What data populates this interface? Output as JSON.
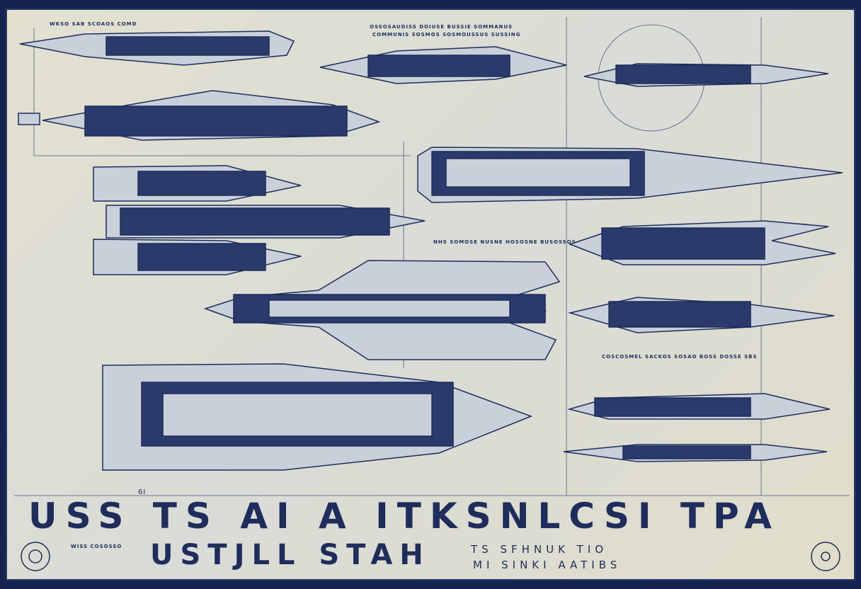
{
  "poster": {
    "title": "USS TS AI A ITKSNLCSI TPA",
    "title_super": "6I",
    "subtitle": "USTJLL STAH",
    "subtitle_line2": "TS SFHNUK TIO",
    "subtitle_line3": "MI SINKI AATIBS",
    "header_top_left": "WKSO SAB SCOAOS COMD",
    "header_top_center": "OSSOSAUDISS DOIUSE BUSSIE SOMMANUS",
    "header_top_center2": "COMMUNIS SOSMOS SOSMOUSSUS SUSSING",
    "caption_middle": "NHS SOMOSE NUSNE HOSOSNE BUSOSSOS",
    "caption_right": "COSCOSMEL SACKOS SOSAO BOSS DOSSE SBS",
    "bottom_left_note": "WISS COSOSSO",
    "colors": {
      "ink": "#1f2d5c",
      "paper": "#e1decd",
      "frame": "#15244f",
      "hull": "#c9d0da"
    }
  }
}
